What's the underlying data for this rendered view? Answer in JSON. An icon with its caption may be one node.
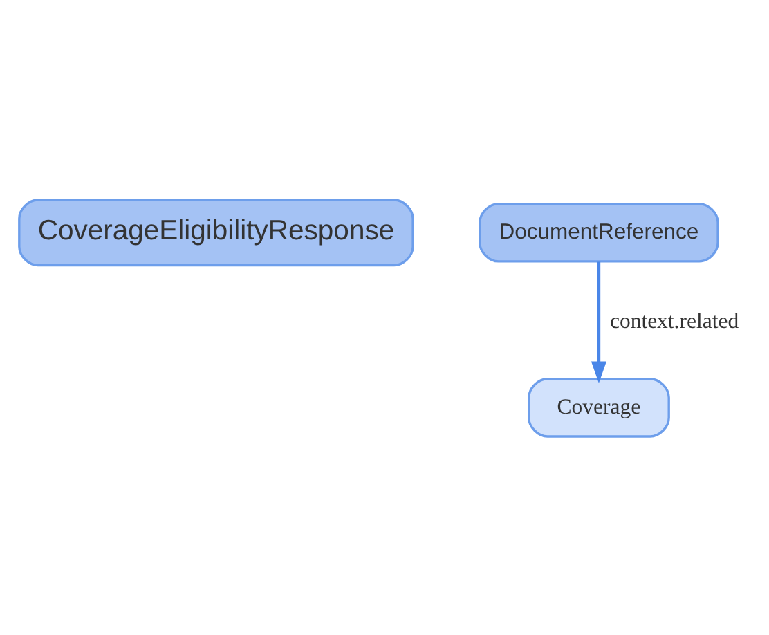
{
  "diagram": {
    "nodes": [
      {
        "text": [
          "CoverageEligibilityResponse"
        ]
      },
      {
        "text": [
          "DocumentReference"
        ]
      },
      {
        "text": [
          "Coverage"
        ]
      }
    ],
    "edges": [
      {
        "from": 1,
        "to": 2,
        "arrow": "to",
        "label": "context.related"
      }
    ]
  }
}
